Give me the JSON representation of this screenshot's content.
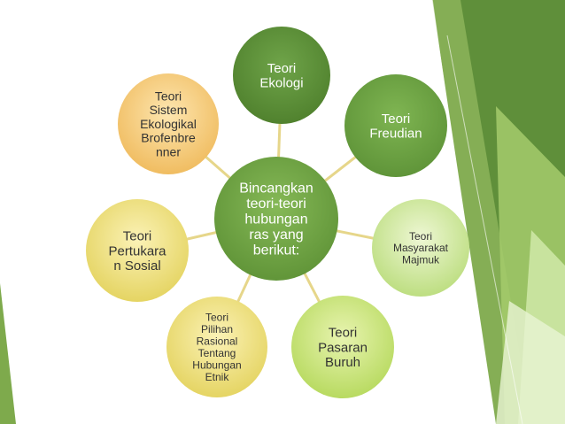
{
  "colors": {
    "green_dark": "#5f8f3a",
    "green_mid": "#7aa84a",
    "green_light": "#a9cf6d",
    "green_pale": "#cfe5a3",
    "yellow": "#e8dc6a",
    "orange": "#f3c067",
    "connector": "#e6d68a",
    "text_light": "#ffffff",
    "text_dark": "#333333"
  },
  "diagram": {
    "center": {
      "label": "Bincangkan teori-teori hubungan ras yang berikut:"
    },
    "nodes": [
      {
        "id": "ekologi",
        "label": "Teori Ekologi"
      },
      {
        "id": "freudian",
        "label": "Teori Freudian"
      },
      {
        "id": "masyarakat-majmuk",
        "label": "Teori Masyarakat Majmuk"
      },
      {
        "id": "pasaran-buruh",
        "label": "Teori Pasaran Buruh"
      },
      {
        "id": "pilihan-rasional",
        "label": "Teori Pilihan Rasional Tentang Hubungan Etnik"
      },
      {
        "id": "pertukaran-sosial",
        "label": "Teori Pertukaran Sosial"
      },
      {
        "id": "sistem-ekologikal",
        "label": "Teori Sistem Ekologikal Brofenbrenner"
      }
    ]
  }
}
